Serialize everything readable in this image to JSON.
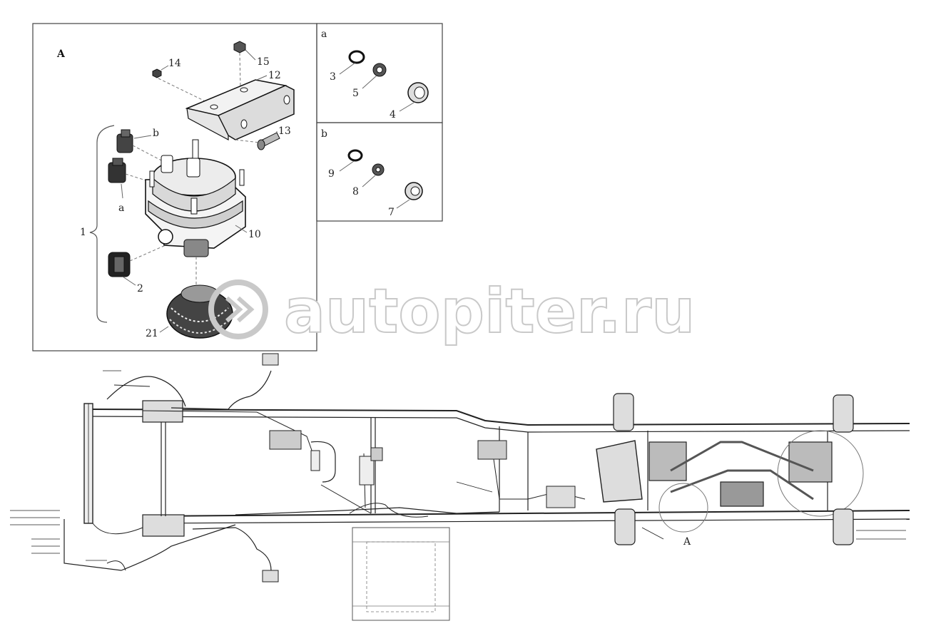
{
  "watermark": {
    "text": "autopiter.ru"
  },
  "detail_A": {
    "title": "A",
    "callouts": [
      "14",
      "15",
      "12",
      "13",
      "b",
      "a",
      "1",
      "10",
      "2",
      "21"
    ]
  },
  "detail_a": {
    "title": "a",
    "callouts": [
      "3",
      "5",
      "4"
    ]
  },
  "detail_b": {
    "title": "b",
    "callouts": [
      "9",
      "8",
      "7"
    ]
  },
  "chassis": {
    "view_label": "A"
  }
}
